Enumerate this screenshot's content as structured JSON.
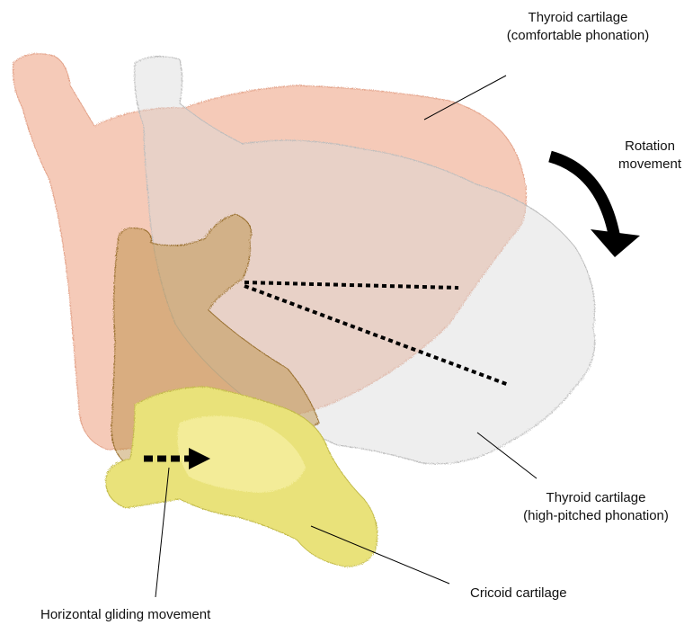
{
  "labels": {
    "thyroid_comfortable_line1": "Thyroid cartilage",
    "thyroid_comfortable_line2": "(comfortable phonation)",
    "rotation_line1": "Rotation",
    "rotation_line2": "movement",
    "thyroid_high_line1": "Thyroid cartilage",
    "thyroid_high_line2": "(high-pitched phonation)",
    "cricoid": "Cricoid cartilage",
    "gliding": "Horizontal gliding movement"
  },
  "colors": {
    "thyroid_comfortable": "#f2b8a0",
    "thyroid_high": "#d9d9d9",
    "cricoid": "#e9e27a",
    "arytenoid": "#b88a3c",
    "arrow": "#000000",
    "leader_line": "#000000"
  }
}
